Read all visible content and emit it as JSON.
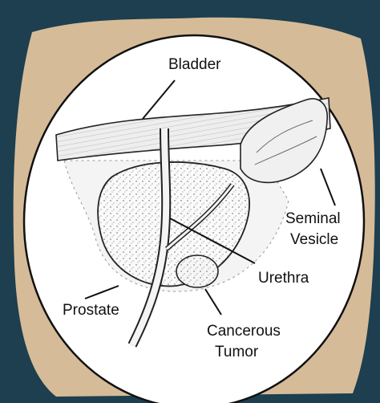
{
  "colors": {
    "background": "#1d3f4f",
    "parchment": "#d6bb98",
    "circle_fill": "#ffffff",
    "line": "#1a1a1a",
    "tissue": "#f2f2f2"
  },
  "labels": {
    "bladder": "Bladder",
    "seminal_vesicle_line1": "Seminal",
    "seminal_vesicle_line2": "Vesicle",
    "urethra": "Urethra",
    "prostate": "Prostate",
    "tumor_line1": "Cancerous",
    "tumor_line2": "Tumor"
  }
}
